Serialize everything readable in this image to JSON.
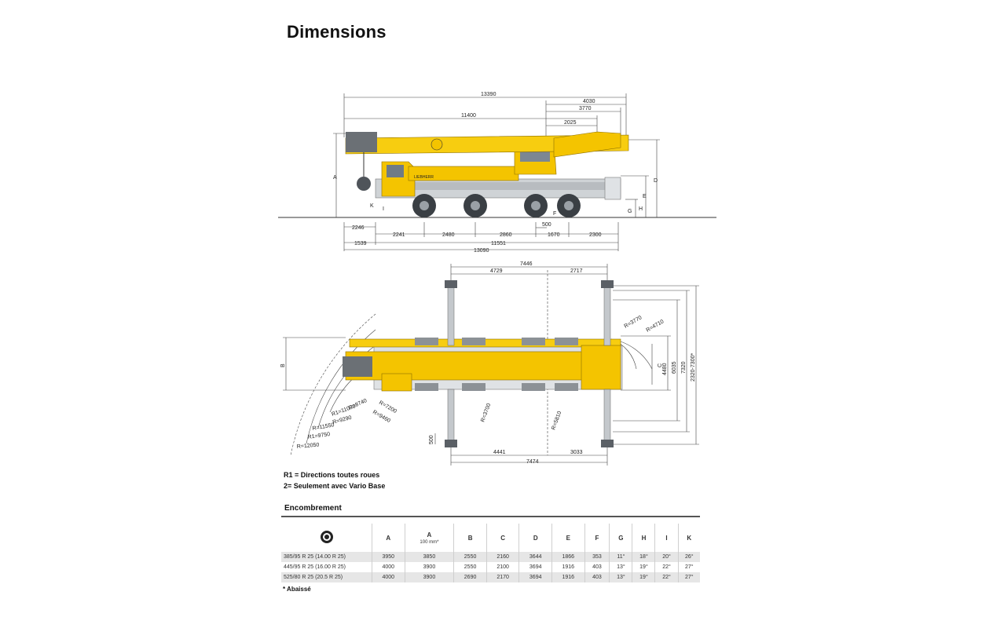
{
  "page": {
    "title": "Dimensions",
    "notes": [
      "R1 = Directions toutes roues",
      "2= Seulement avec Vario Base"
    ],
    "section_title": "Encombrement",
    "footnote": "* Abaissé"
  },
  "side_view": {
    "dimensions": [
      "13390",
      "4030",
      "3770",
      "11400",
      "2025",
      "2246",
      "2241",
      "2480",
      "2860",
      "500",
      "1670",
      "2300",
      "1539",
      "11551",
      "13090"
    ],
    "letters": [
      "A",
      "D",
      "E",
      "G",
      "H",
      "K",
      "I",
      "F"
    ],
    "brand": "LIEBHERR"
  },
  "top_view": {
    "dimensions": [
      "7446",
      "4729",
      "2717",
      "4441",
      "3033",
      "7474",
      "500",
      "R=3770",
      "R=4710",
      "4480",
      "6035",
      "7320",
      "2320-7300*",
      "R=5810",
      "R=3700",
      "R=8740",
      "R=7200",
      "R1=11070",
      "R=9460",
      "R=9290",
      "R=11550",
      "R1=9750",
      "R=12050"
    ],
    "letters": [
      "B",
      "C"
    ]
  },
  "table": {
    "headers": [
      {
        "label": "A",
        "sub": ""
      },
      {
        "label": "A",
        "sub": "100 mm*"
      },
      {
        "label": "B",
        "sub": ""
      },
      {
        "label": "C",
        "sub": ""
      },
      {
        "label": "D",
        "sub": ""
      },
      {
        "label": "E",
        "sub": ""
      },
      {
        "label": "F",
        "sub": ""
      },
      {
        "label": "G",
        "sub": ""
      },
      {
        "label": "H",
        "sub": ""
      },
      {
        "label": "I",
        "sub": ""
      },
      {
        "label": "K",
        "sub": ""
      }
    ],
    "tyre_icon": "tyre-icon",
    "rows": [
      {
        "tyre": "385/95 R 25 (14.00 R 25)",
        "cells": [
          "3950",
          "3850",
          "2550",
          "2160",
          "3644",
          "1866",
          "353",
          "11°",
          "18°",
          "20°",
          "26°"
        ]
      },
      {
        "tyre": "445/95 R 25 (16.00 R 25)",
        "cells": [
          "4000",
          "3900",
          "2550",
          "2100",
          "3694",
          "1916",
          "403",
          "13°",
          "19°",
          "22°",
          "27°"
        ]
      },
      {
        "tyre": "525/80 R 25 (20.5  R 25)",
        "cells": [
          "4000",
          "3900",
          "2690",
          "2170",
          "3694",
          "1916",
          "403",
          "13°",
          "19°",
          "22°",
          "27°"
        ]
      }
    ]
  }
}
